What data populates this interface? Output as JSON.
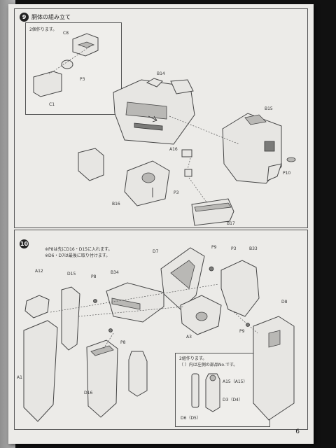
{
  "sections": [
    {
      "number": "9",
      "title": "胴体の組み立て",
      "inset_note": "2個作ります。",
      "labels": [
        "C8",
        "P3",
        "C1",
        "B14",
        "B15",
        "A16",
        "P10",
        "B16",
        "P3",
        "B17"
      ]
    },
    {
      "number": "10",
      "notes": [
        "※P8は先にD16・D15に入れます。",
        "※D6・D7は最後に取り付けます。"
      ],
      "labels": [
        "A12",
        "D15",
        "P8",
        "B34",
        "D7",
        "P9",
        "P3",
        "B33",
        "D8",
        "A3",
        "P9",
        "P8",
        "D16",
        "A1"
      ],
      "inset_notes": [
        "2組作ります。",
        "（ ）内は左側の部品No.です。"
      ],
      "inset_labels": [
        "A15（A15）",
        "D3（D4）",
        "D6（D5）"
      ]
    }
  ],
  "page_number": "6"
}
